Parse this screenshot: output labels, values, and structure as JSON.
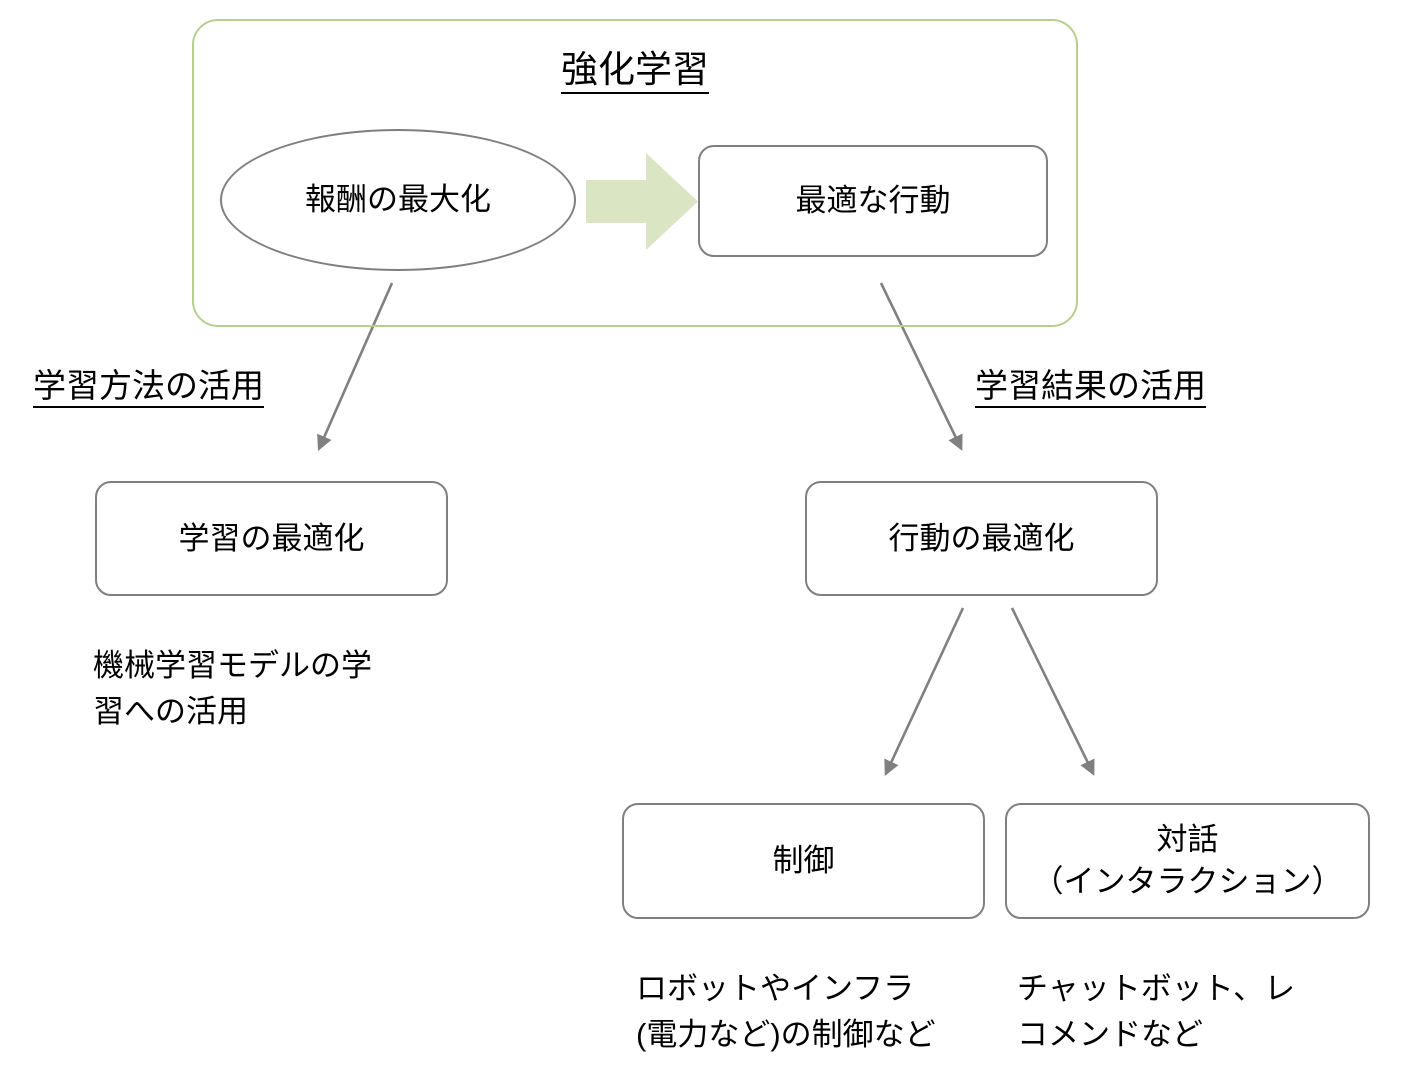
{
  "diagram": {
    "group": {
      "title": "強化学習",
      "border_color": "#b5cf8e"
    },
    "nodes": {
      "reward_max": "報酬の最大化",
      "optimal_action": "最適な行動",
      "learning_optimization": "学習の最適化",
      "action_optimization": "行動の最適化",
      "control": "制御",
      "interaction": "対話\n（インタラクション）"
    },
    "labels": {
      "method_use": "学習方法の活用",
      "result_use": "学習結果の活用"
    },
    "captions": {
      "learning_optimization": "機械学習モデルの学\n習への活用",
      "control": "ロボットやインフラ\n(電力など)の制御など",
      "interaction": "チャットボット、レ\nコメンドなど"
    },
    "colors": {
      "accent_green_fill": "#dae5c4",
      "accent_green_border": "#b5cf8e",
      "shape_stroke": "#7f7f7f",
      "connector": "#808080",
      "text": "#000000",
      "background": "#ffffff"
    }
  }
}
